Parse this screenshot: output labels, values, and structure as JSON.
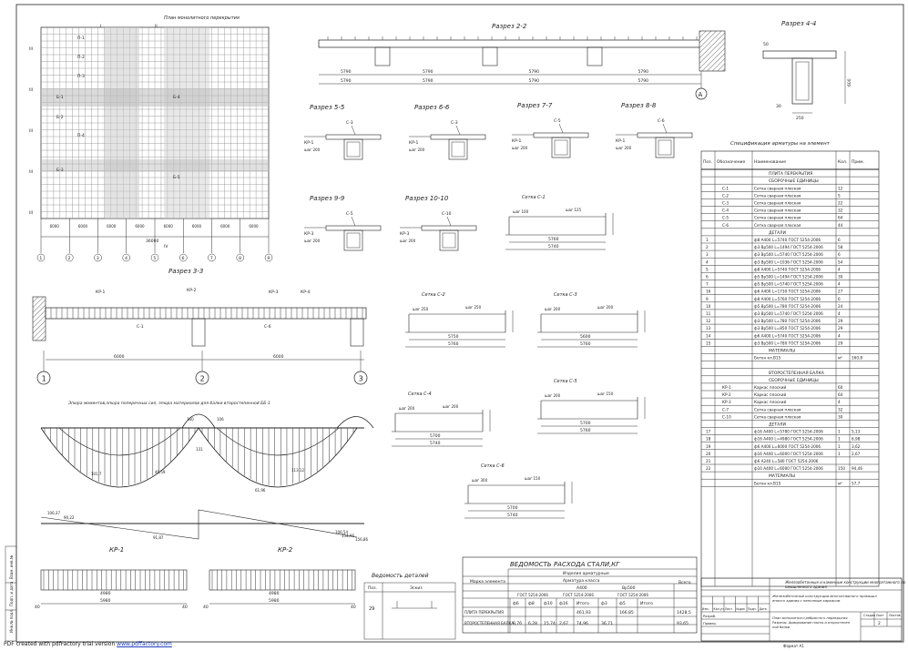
{
  "plan": {
    "title": "План монолитного перекрытия",
    "row_marks": [
      "III",
      "III",
      "III",
      "III",
      "III"
    ],
    "col_bottom": [
      "1",
      "2",
      "3",
      "4",
      "5",
      "6",
      "7",
      "8",
      "9"
    ],
    "dim_bottom": [
      "6000",
      "6000",
      "6000",
      "6000",
      "6000",
      "6000",
      "6000",
      "6000"
    ],
    "dim_total": "36000",
    "labels": [
      "П-1",
      "П-2",
      "П-3",
      "П-4",
      "Б-1",
      "Б-2",
      "Б-3",
      "Б-4",
      "Б-5",
      "I",
      "II",
      "IV"
    ]
  },
  "section_2_2": {
    "title": "Разрез 2-2",
    "dims": [
      "5790",
      "5790",
      "5790",
      "5790",
      "5790"
    ],
    "axis": "А"
  },
  "section_4_4": {
    "title": "Разрез 4-4",
    "dims": [
      "250",
      "50",
      "30",
      "600"
    ]
  },
  "sections_small": [
    {
      "title": "Разрез 5-5",
      "labels": [
        "С-3",
        "КР-1",
        "шаг 200"
      ]
    },
    {
      "title": "Разрез 6-6",
      "labels": [
        "С-3",
        "КР-1",
        "шаг 200"
      ]
    },
    {
      "title": "Разрез 7-7",
      "labels": [
        "С-5",
        "КР-1",
        "шаг 200"
      ]
    },
    {
      "title": "Разрез 8-8",
      "labels": [
        "С-6",
        "КР-1",
        "шаг 200"
      ]
    },
    {
      "title": "Разрез 9-9",
      "labels": [
        "С-5",
        "КР-3",
        "шаг 200"
      ]
    },
    {
      "title": "Разрез 10-10",
      "labels": [
        "С-10",
        "КР-3",
        "шаг 200"
      ]
    }
  ],
  "mesh_c1": {
    "title": "Сетка С-1",
    "dims": [
      "5760",
      "5740",
      "шаг 100",
      "шаг 125"
    ]
  },
  "mesh_c2": {
    "title": "Сетка С-2",
    "dims": [
      "5750",
      "5760",
      "шаг 250",
      "шаг 250"
    ]
  },
  "mesh_c3": {
    "title": "Сетка С-3",
    "dims": [
      "5600",
      "5760",
      "шаг 200",
      "шаг 200"
    ]
  },
  "mesh_c4": {
    "title": "Сетка С-4",
    "dims": [
      "5700",
      "5740",
      "шаг 200",
      "шаг 200"
    ]
  },
  "mesh_c5": {
    "title": "Сетка С-5",
    "dims": [
      "5700",
      "5760",
      "шаг 200",
      "шаг 150"
    ]
  },
  "mesh_c6": {
    "title": "Сетка С-6",
    "dims": [
      "5700",
      "5740",
      "шаг 300",
      "шаг 150"
    ]
  },
  "section_3_3": {
    "title": "Разрез 3-3",
    "axes": [
      "1",
      "2",
      "3"
    ],
    "dims": [
      "6000",
      "6000"
    ],
    "labels": [
      "КР-1",
      "КР-2",
      "КР-3",
      "КР-4",
      "С-1",
      "С-6"
    ]
  },
  "diagram": {
    "title": "Эпюра моментов,эпюра поперечных сил, эпюра материалов для балки второстепенной ББ-1",
    "values": [
      "160",
      "106",
      "131",
      "101,7",
      "113,12",
      "46,59",
      "106,37",
      "90,22",
      "91,87",
      "106,54",
      "156,86",
      "154,96",
      "61,96"
    ]
  },
  "frames": [
    {
      "title": "КР-1",
      "dims": [
        "5980",
        "4980",
        "40",
        "40"
      ]
    },
    {
      "title": "КР-2",
      "dims": [
        "5980",
        "4980",
        "40",
        "40"
      ]
    }
  ],
  "parts": {
    "title": "Ведомость деталей",
    "headers": [
      "Поз.",
      "Эскиз"
    ],
    "row": [
      "29"
    ]
  },
  "steel": {
    "title": "ВЕДОМОСТЬ РАСХОДА СТАЛИ,КГ",
    "header_marks": "Марка элемента",
    "header_items": "Изделия арматурные",
    "header_class": "Арматура класса",
    "header_total": "Всего",
    "groups": [
      "А400",
      "Вр500",
      "ГОСТ 5254-2006",
      "ГОСТ 5254-2006",
      "ГОСТ 5254-2006"
    ],
    "cols": [
      "ф6",
      "ф8",
      "ф10",
      "ф16",
      "Итого",
      "ф3",
      "ф5",
      "Итого"
    ],
    "rows": [
      {
        "name": "ПЛИТА ПЕРЕКРЫТИЯ",
        "vals": [
          "",
          "",
          "",
          "",
          "461,93",
          "",
          "166,85",
          "1428,5"
        ]
      },
      {
        "name": "ВТОРОСТЕПЕННАЯ БАЛКА",
        "vals": [
          "8,76",
          "6,28",
          "15,74",
          "2,67",
          "74,96",
          "36,71",
          "",
          "93,65"
        ]
      }
    ]
  },
  "spec": {
    "title": "Спецификация арматуры на элемент",
    "headers": [
      "Поз.",
      "Обозначение",
      "Наименование",
      "Кол.",
      "Прим."
    ],
    "sec1": "ПЛИТА ПЕРЕКРЫТИЯ",
    "sub1": "СБОРОЧНЫЕ ЕДИНИЦЫ",
    "units1": [
      {
        "pos": "",
        "des": "С-1",
        "name": "Сетка сварная плоская",
        "qty": "12",
        "note": ""
      },
      {
        "pos": "",
        "des": "С-2",
        "name": "Сетка сварная плоская",
        "qty": "5",
        "note": ""
      },
      {
        "pos": "",
        "des": "С-3",
        "name": "Сетка сварная плоская",
        "qty": "22",
        "note": ""
      },
      {
        "pos": "",
        "des": "С-4",
        "name": "Сетка сварная плоская",
        "qty": "32",
        "note": ""
      },
      {
        "pos": "",
        "des": "С-5",
        "name": "Сетка сварная плоская",
        "qty": "64",
        "note": ""
      },
      {
        "pos": "",
        "des": "С-6",
        "name": "Сетка сварная плоская",
        "qty": "44",
        "note": ""
      }
    ],
    "det1": "ДЕТАЛИ",
    "details1": [
      {
        "pos": "1",
        "name": "ф8 А400 L=5740 ГОСТ 5254-2006",
        "qty": "6"
      },
      {
        "pos": "2",
        "name": "ф3 Вр500 L=1494 ГОСТ 5254-2006",
        "qty": "58"
      },
      {
        "pos": "3",
        "name": "ф3 Вр500 L=5740 ГОСТ 5254-2006",
        "qty": "6"
      },
      {
        "pos": "4",
        "name": "ф3 Вр500 L=1036 ГОСТ 5254-2006",
        "qty": "54"
      },
      {
        "pos": "5",
        "name": "ф8 А400 L=5740 ГОСТ 5254-2006",
        "qty": "4"
      },
      {
        "pos": "6",
        "name": "ф5 Вр500 L=1494 ГОСТ 5254-2006",
        "qty": "30"
      },
      {
        "pos": "7",
        "name": "ф5 Вр500 L=5740 ГОСТ 5254-2006",
        "qty": "4"
      },
      {
        "pos": "16",
        "name": "ф6 А400 L=1730 ГОСТ 5254-2006",
        "qty": "27"
      },
      {
        "pos": "9",
        "name": "ф8 А400 L=5760 ГОСТ 5254-2006",
        "qty": "6"
      },
      {
        "pos": "10",
        "name": "ф5 Вр500 L=780 ГОСТ 5254-2006",
        "qty": "24"
      },
      {
        "pos": "11",
        "name": "ф3 Вр500 L=5740 ГОСТ 5254-2006",
        "qty": "4"
      },
      {
        "pos": "12",
        "name": "ф3 Вр500 L=780 ГОСТ 5254-2006",
        "qty": "29"
      },
      {
        "pos": "13",
        "name": "ф3 Вр500 L=850 ГОСТ 5254-2006",
        "qty": "29"
      },
      {
        "pos": "14",
        "name": "ф6 А400 L=5740 ГОСТ 5254-2006",
        "qty": "4"
      },
      {
        "pos": "15",
        "name": "ф3 Вр500 L=780 ГОСТ 5254-2006",
        "qty": "29"
      }
    ],
    "mat1": "МАТЕРИАЛЫ",
    "mat1row": {
      "name": "Бетон кл.В15",
      "unit": "м³",
      "qty": "160,8"
    },
    "sec2": "ВТОРОСТЕПЕННАЯ БАЛКА",
    "sub2": "СБОРОЧНЫЕ ЕДИНИЦЫ",
    "units2": [
      {
        "des": "КР-1",
        "name": "Каркас плоский",
        "qty": "60"
      },
      {
        "des": "КР-2",
        "name": "Каркас плоский",
        "qty": "64"
      },
      {
        "des": "КР-3",
        "name": "Каркас плоский",
        "qty": "4"
      },
      {
        "des": "С-7",
        "name": "Сетка сварная плоская",
        "qty": "32"
      },
      {
        "des": "С-10",
        "name": "Сетка сварная плоская",
        "qty": "30"
      }
    ],
    "det2": "ДЕТАЛИ",
    "details2": [
      {
        "pos": "17",
        "name": "ф16 А400 L=5780 ГОСТ 5254-2006",
        "qty": "1",
        "note": "5,13"
      },
      {
        "pos": "18",
        "name": "ф16 А400 L=4980 ГОСТ 5254-2006",
        "qty": "1",
        "note": "6,98"
      },
      {
        "pos": "19",
        "name": "ф6 А400 L=6000 ГОСТ 5254-2006",
        "qty": "1",
        "note": "3,62"
      },
      {
        "pos": "20",
        "name": "ф16 А400 L=6000 ГОСТ 5254-2006",
        "qty": "1",
        "note": "2,67"
      },
      {
        "pos": "21",
        "name": "ф6 А240 L=580 ГОСТ 5254-2006",
        "qty": "",
        "note": ""
      },
      {
        "pos": "22",
        "name": "ф10 А400 L=6000 ГОСТ 5254-2006",
        "qty": "150",
        "note": "94,46"
      }
    ],
    "mat2": "МАТЕРИАЛЫ",
    "mat2row": {
      "name": "Бетон кл.В15",
      "unit": "м³",
      "qty": "57,7"
    }
  },
  "stamp": {
    "line1": "Железобетонные и каменные конструкции многоэтажного промышленного здания",
    "line2": "Железобетонные конструкции многоэтажного промышленного здания с неполным каркасом",
    "line3": "План монолитного ребристого перекрытия. Разрезы. Армирование плиты и второстепенной балки",
    "heads": [
      "Изм.",
      "Кол.уч",
      "Лист",
      "№док",
      "Подп.",
      "Дата"
    ],
    "roles": [
      "Разраб.",
      "Провер."
    ],
    "sheet_heads": [
      "Стадия",
      "Лист",
      "Листов"
    ],
    "sheet_vals": [
      "",
      "2",
      ""
    ],
    "format": "Формат А1"
  },
  "side_stamp": [
    "Инв.№ подл.",
    "Подп. и дата",
    "Взам. инв.№"
  ],
  "footer": {
    "prefix": "PDF created with pdfFactory trial version ",
    "link": "www.pdffactory.com"
  }
}
